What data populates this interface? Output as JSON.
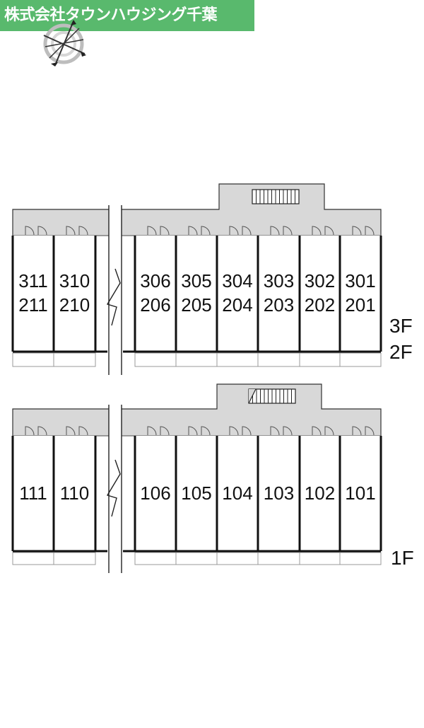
{
  "header": {
    "company": "株式会社タウンハウジング千葉"
  },
  "compass": {
    "icon": "compass-rose-icon"
  },
  "upper_building": {
    "floor_labels": [
      "3F",
      "2F"
    ],
    "units": [
      {
        "top": "311",
        "bottom": "211"
      },
      {
        "top": "310",
        "bottom": "210"
      },
      {
        "top": "306",
        "bottom": "206"
      },
      {
        "top": "305",
        "bottom": "205"
      },
      {
        "top": "304",
        "bottom": "204"
      },
      {
        "top": "303",
        "bottom": "203"
      },
      {
        "top": "302",
        "bottom": "202"
      },
      {
        "top": "301",
        "bottom": "201"
      }
    ]
  },
  "lower_building": {
    "floor_labels": [
      "1F"
    ],
    "units": [
      "111",
      "110",
      "106",
      "105",
      "104",
      "103",
      "102",
      "101"
    ]
  },
  "colors": {
    "corridor": "#d8d8d8",
    "wall": "#111111",
    "brand": "#59b96d"
  }
}
